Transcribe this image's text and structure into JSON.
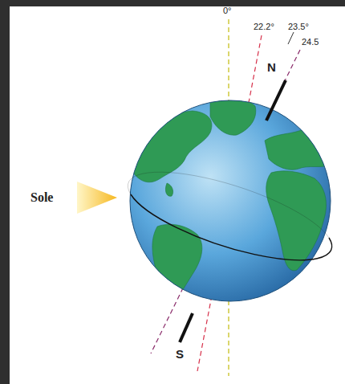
{
  "diagram": {
    "labels": [
      "0°",
      "22.2°",
      "23.5°",
      "24.5",
      "N",
      "Sole",
      "S"
    ]
  }
}
